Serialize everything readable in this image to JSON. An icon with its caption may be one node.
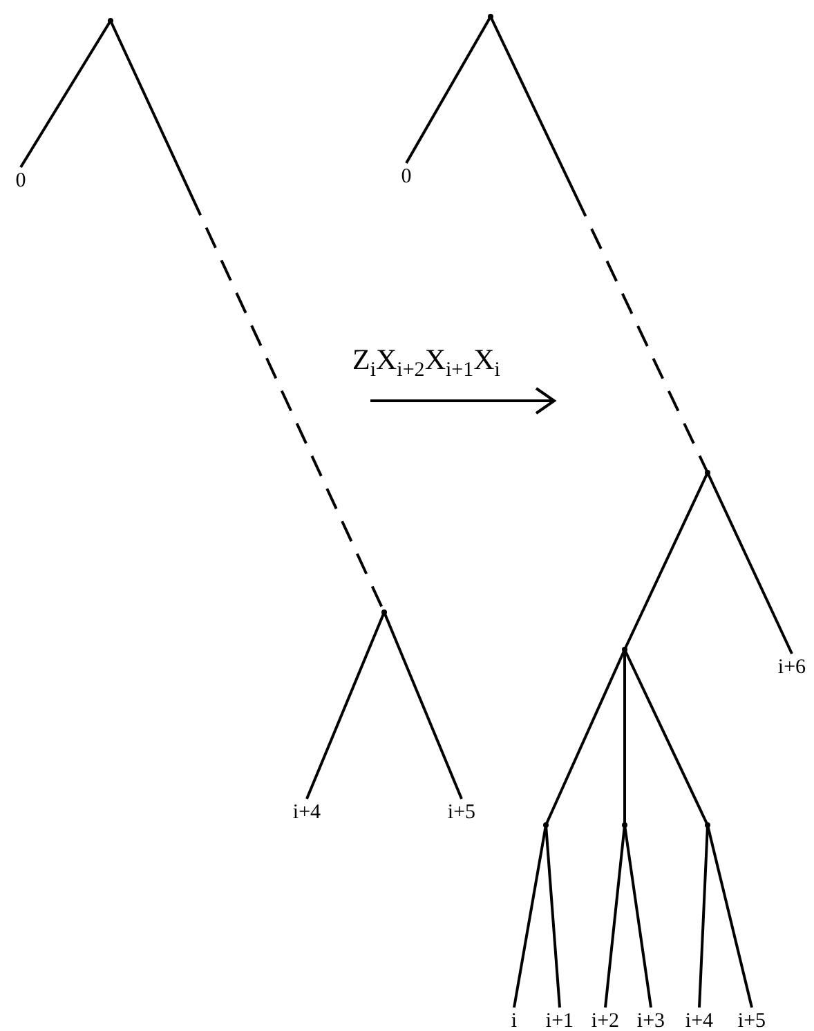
{
  "diagram": {
    "nodes": [
      {
        "text": [],
        "shape": "point"
      },
      {
        "text": [
          "0"
        ]
      },
      {
        "text": [],
        "shape": "point"
      },
      {
        "text": [
          "i+4"
        ]
      },
      {
        "text": [
          "i+5"
        ]
      },
      {
        "text": [],
        "shape": "point"
      },
      {
        "text": [
          "0"
        ]
      },
      {
        "text": [],
        "shape": "point"
      },
      {
        "text": [
          "i+6"
        ]
      },
      {
        "text": [],
        "shape": "point"
      },
      {
        "text": [],
        "shape": "point"
      },
      {
        "text": [],
        "shape": "point"
      },
      {
        "text": [],
        "shape": "point"
      },
      {
        "text": [
          "i"
        ]
      },
      {
        "text": [
          "i+1"
        ]
      },
      {
        "text": [
          "i+2"
        ]
      },
      {
        "text": [
          "i+3"
        ]
      },
      {
        "text": [
          "i+4"
        ]
      },
      {
        "text": [
          "i+5"
        ]
      }
    ],
    "edges": [
      {
        "from": 0,
        "to": 1,
        "arrow": "none"
      },
      {
        "from": 0,
        "to": 2,
        "arrow": "none",
        "style": "dashed"
      },
      {
        "from": 2,
        "to": 3,
        "arrow": "none"
      },
      {
        "from": 2,
        "to": 4,
        "arrow": "none"
      },
      {
        "from": 5,
        "to": 6,
        "arrow": "none"
      },
      {
        "from": 5,
        "to": 7,
        "arrow": "none",
        "style": "dashed"
      },
      {
        "from": 7,
        "to": 8,
        "arrow": "none"
      },
      {
        "from": 7,
        "to": 9,
        "arrow": "none"
      },
      {
        "from": 9,
        "to": 10,
        "arrow": "none"
      },
      {
        "from": 9,
        "to": 11,
        "arrow": "none"
      },
      {
        "from": 9,
        "to": 12,
        "arrow": "none"
      },
      {
        "from": 10,
        "to": 13,
        "arrow": "none"
      },
      {
        "from": 10,
        "to": 14,
        "arrow": "none"
      },
      {
        "from": 11,
        "to": 15,
        "arrow": "none"
      },
      {
        "from": 11,
        "to": 16,
        "arrow": "none"
      },
      {
        "from": 12,
        "to": 17,
        "arrow": "none"
      },
      {
        "from": 12,
        "to": 18,
        "arrow": "none"
      }
    ],
    "labels": [
      "Z$_{i}$X$_{i+2}$X$_{i+1}$X$_{i}$"
    ]
  }
}
